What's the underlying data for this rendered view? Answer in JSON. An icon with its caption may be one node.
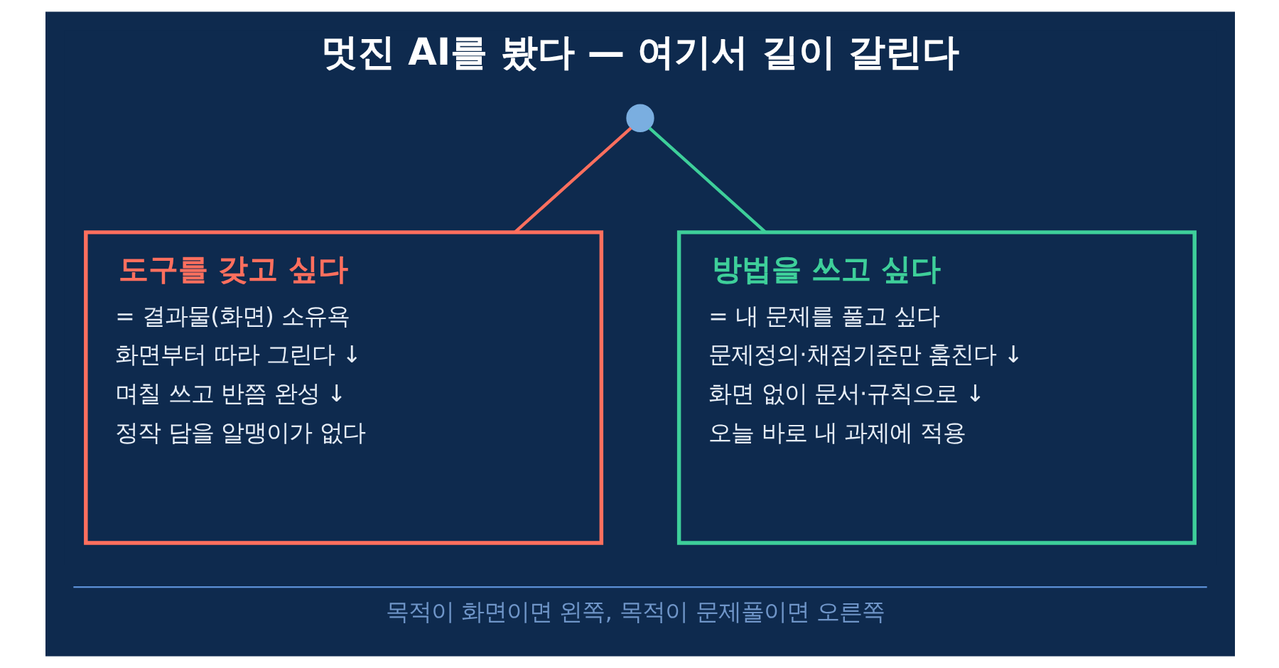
{
  "diagram": {
    "title": "멋진 AI를 봤다 — 여기서 길이 갈린다",
    "caption": "목적이 화면이면 왼쪽, 목적이 문제풀이면 오른쪽",
    "nodes": [
      {
        "text": [],
        "shape": "circle"
      },
      {
        "text": [
          "도구를 갖고 싶다",
          "= 결과물(화면) 소유욕",
          "화면부터 따라 그린다 ↓",
          "며칠 쓰고 반쯤 완성 ↓",
          "정작 담을 알맹이가 없다"
        ]
      },
      {
        "text": [
          "방법을 쓰고 싶다",
          "= 내 문제를 풀고 싶다",
          "문제정의·채점기준만 훔친다 ↓",
          "화면 없이 문서·규칙으로 ↓",
          "오늘 바로 내 과제에 적용"
        ]
      }
    ],
    "edges": [
      {
        "from": 0,
        "to": 1,
        "arrow": "none",
        "color": "#ff6f5e"
      },
      {
        "from": 0,
        "to": 2,
        "arrow": "none",
        "color": "#3ecf9a"
      }
    ]
  }
}
